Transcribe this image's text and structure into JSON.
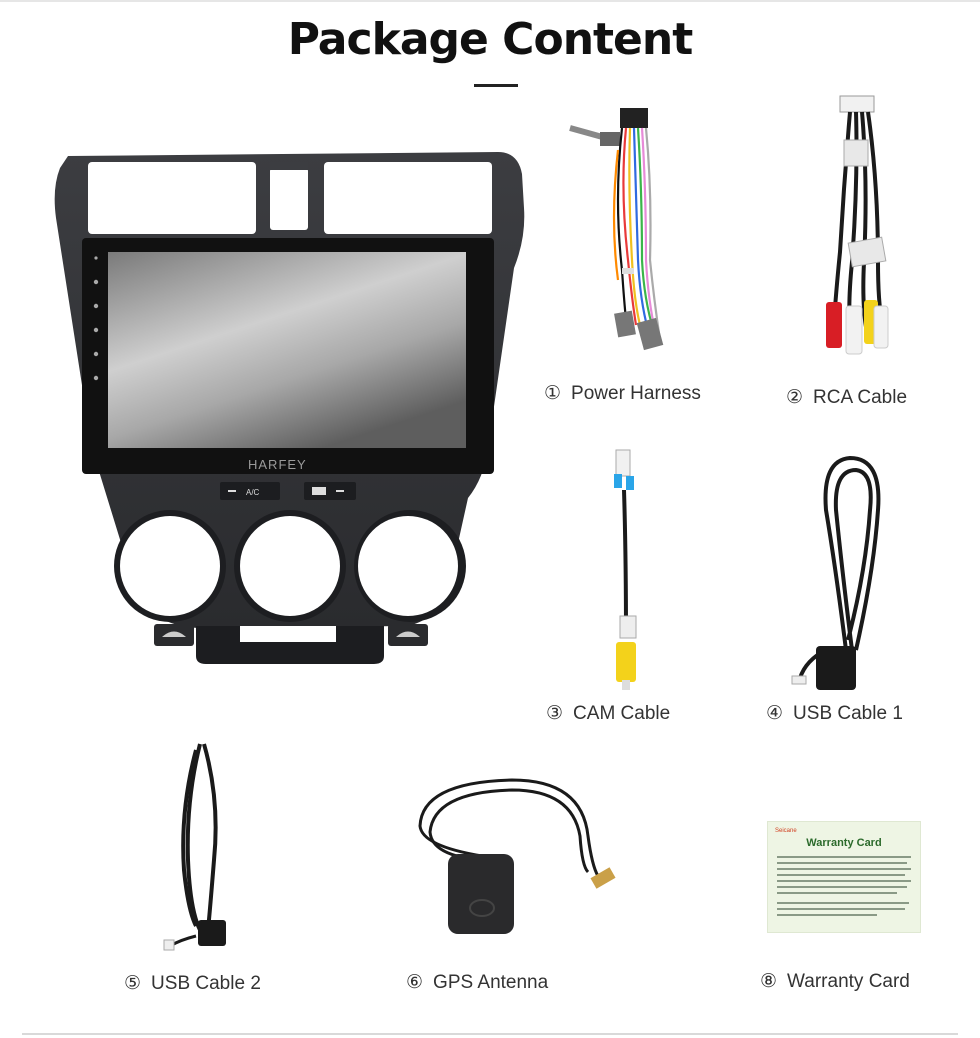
{
  "header": {
    "title": "Package Content"
  },
  "head_unit": {
    "brand": "Harfey",
    "ac_label": "A/C"
  },
  "items": [
    {
      "num": "①",
      "label": "Power Harness"
    },
    {
      "num": "②",
      "label": "RCA Cable"
    },
    {
      "num": "③",
      "label": "CAM Cable"
    },
    {
      "num": "④",
      "label": "USB Cable 1"
    },
    {
      "num": "⑤",
      "label": "USB Cable 2"
    },
    {
      "num": "⑥",
      "label": "GPS Antenna"
    },
    {
      "num": "⑧",
      "label": "Warranty Card"
    }
  ],
  "warranty_card": {
    "brand": "Seicane",
    "title": "Warranty Card"
  },
  "colors": {
    "unit_body": "#2f3033",
    "screen_top": "#6e6e6e",
    "rca_red": "#d81e25",
    "rca_white": "#f2f2f2",
    "rca_yellow": "#f3d21b",
    "card_green": "#2b6a2b"
  }
}
